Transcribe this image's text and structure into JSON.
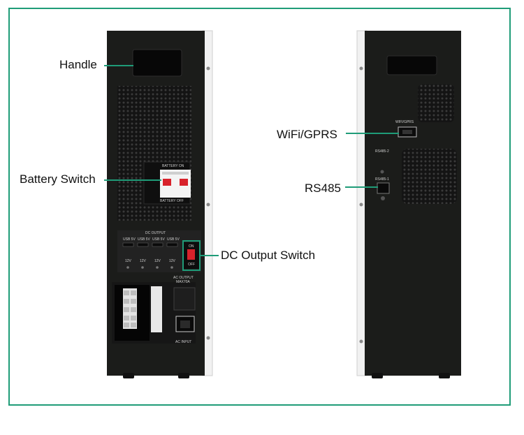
{
  "labels": {
    "handle": "Handle",
    "battery_switch": "Battery Switch",
    "dc_output_switch": "DC Output Switch",
    "wifi_gprs": "WiFi/GPRS",
    "rs485": "RS485"
  },
  "panel_text": {
    "battery_on": "BATTERY ON",
    "battery_off": "BATTERY OFF",
    "dc_output": "DC OUTPUT",
    "usb_5v": "USB 5V",
    "v12": "12V",
    "on": "ON",
    "off": "OFF",
    "ac_output": "AC OUTPUT",
    "ac_output_max": "MAX70A",
    "ac_input": "AC INPUT",
    "wifi_gprs_port": "WIFI/GPRS",
    "rs485_2": "RS485-2",
    "rs485_1": "RS485-1"
  },
  "colors": {
    "accent": "#1f9c78",
    "device_body": "#1b1c1a",
    "switch_red": "#d8222b"
  }
}
